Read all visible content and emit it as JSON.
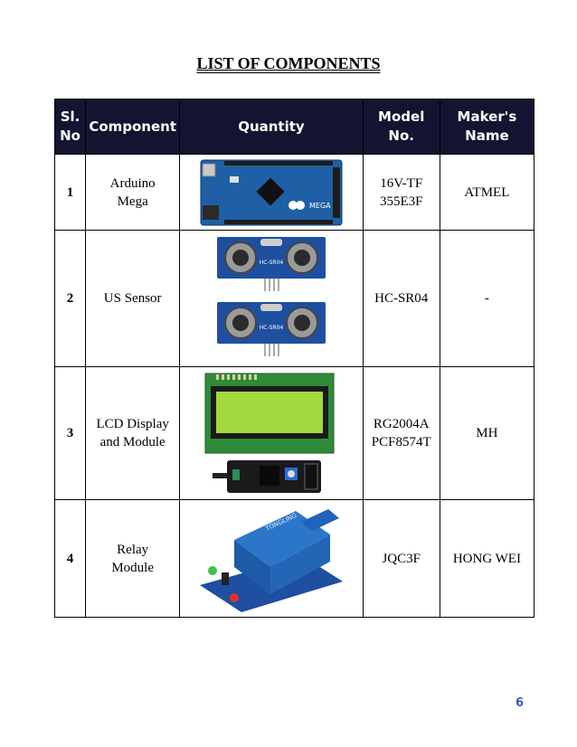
{
  "page": {
    "title": "LIST OF COMPONENTS",
    "page_number": "6"
  },
  "table": {
    "headers": [
      "Sl.\nNo",
      "Component",
      "Quantity",
      "Model\nNo.",
      "Maker's\nName"
    ],
    "rows": [
      {
        "sl": "1",
        "component": "Arduino\nMega",
        "model": "16V-TF\n355E3F",
        "maker": "ATMEL"
      },
      {
        "sl": "2",
        "component": "US Sensor",
        "model": "HC-SR04",
        "maker": "-"
      },
      {
        "sl": "3",
        "component": "LCD Display\nand Module",
        "model": "RG2004A\nPCF8574T",
        "maker": "MH"
      },
      {
        "sl": "4",
        "component": "Relay\nModule",
        "model": "JQC3F",
        "maker": "HONG WEI"
      }
    ]
  },
  "images": {
    "arduino_logo_text": "MEGA",
    "us_sensor_text": "HC-SR04",
    "relay_text": "TONGLING"
  },
  "colors": {
    "header_bg": "#121431",
    "header_text": "#ffffff",
    "page_number": "#2e5fb8"
  }
}
